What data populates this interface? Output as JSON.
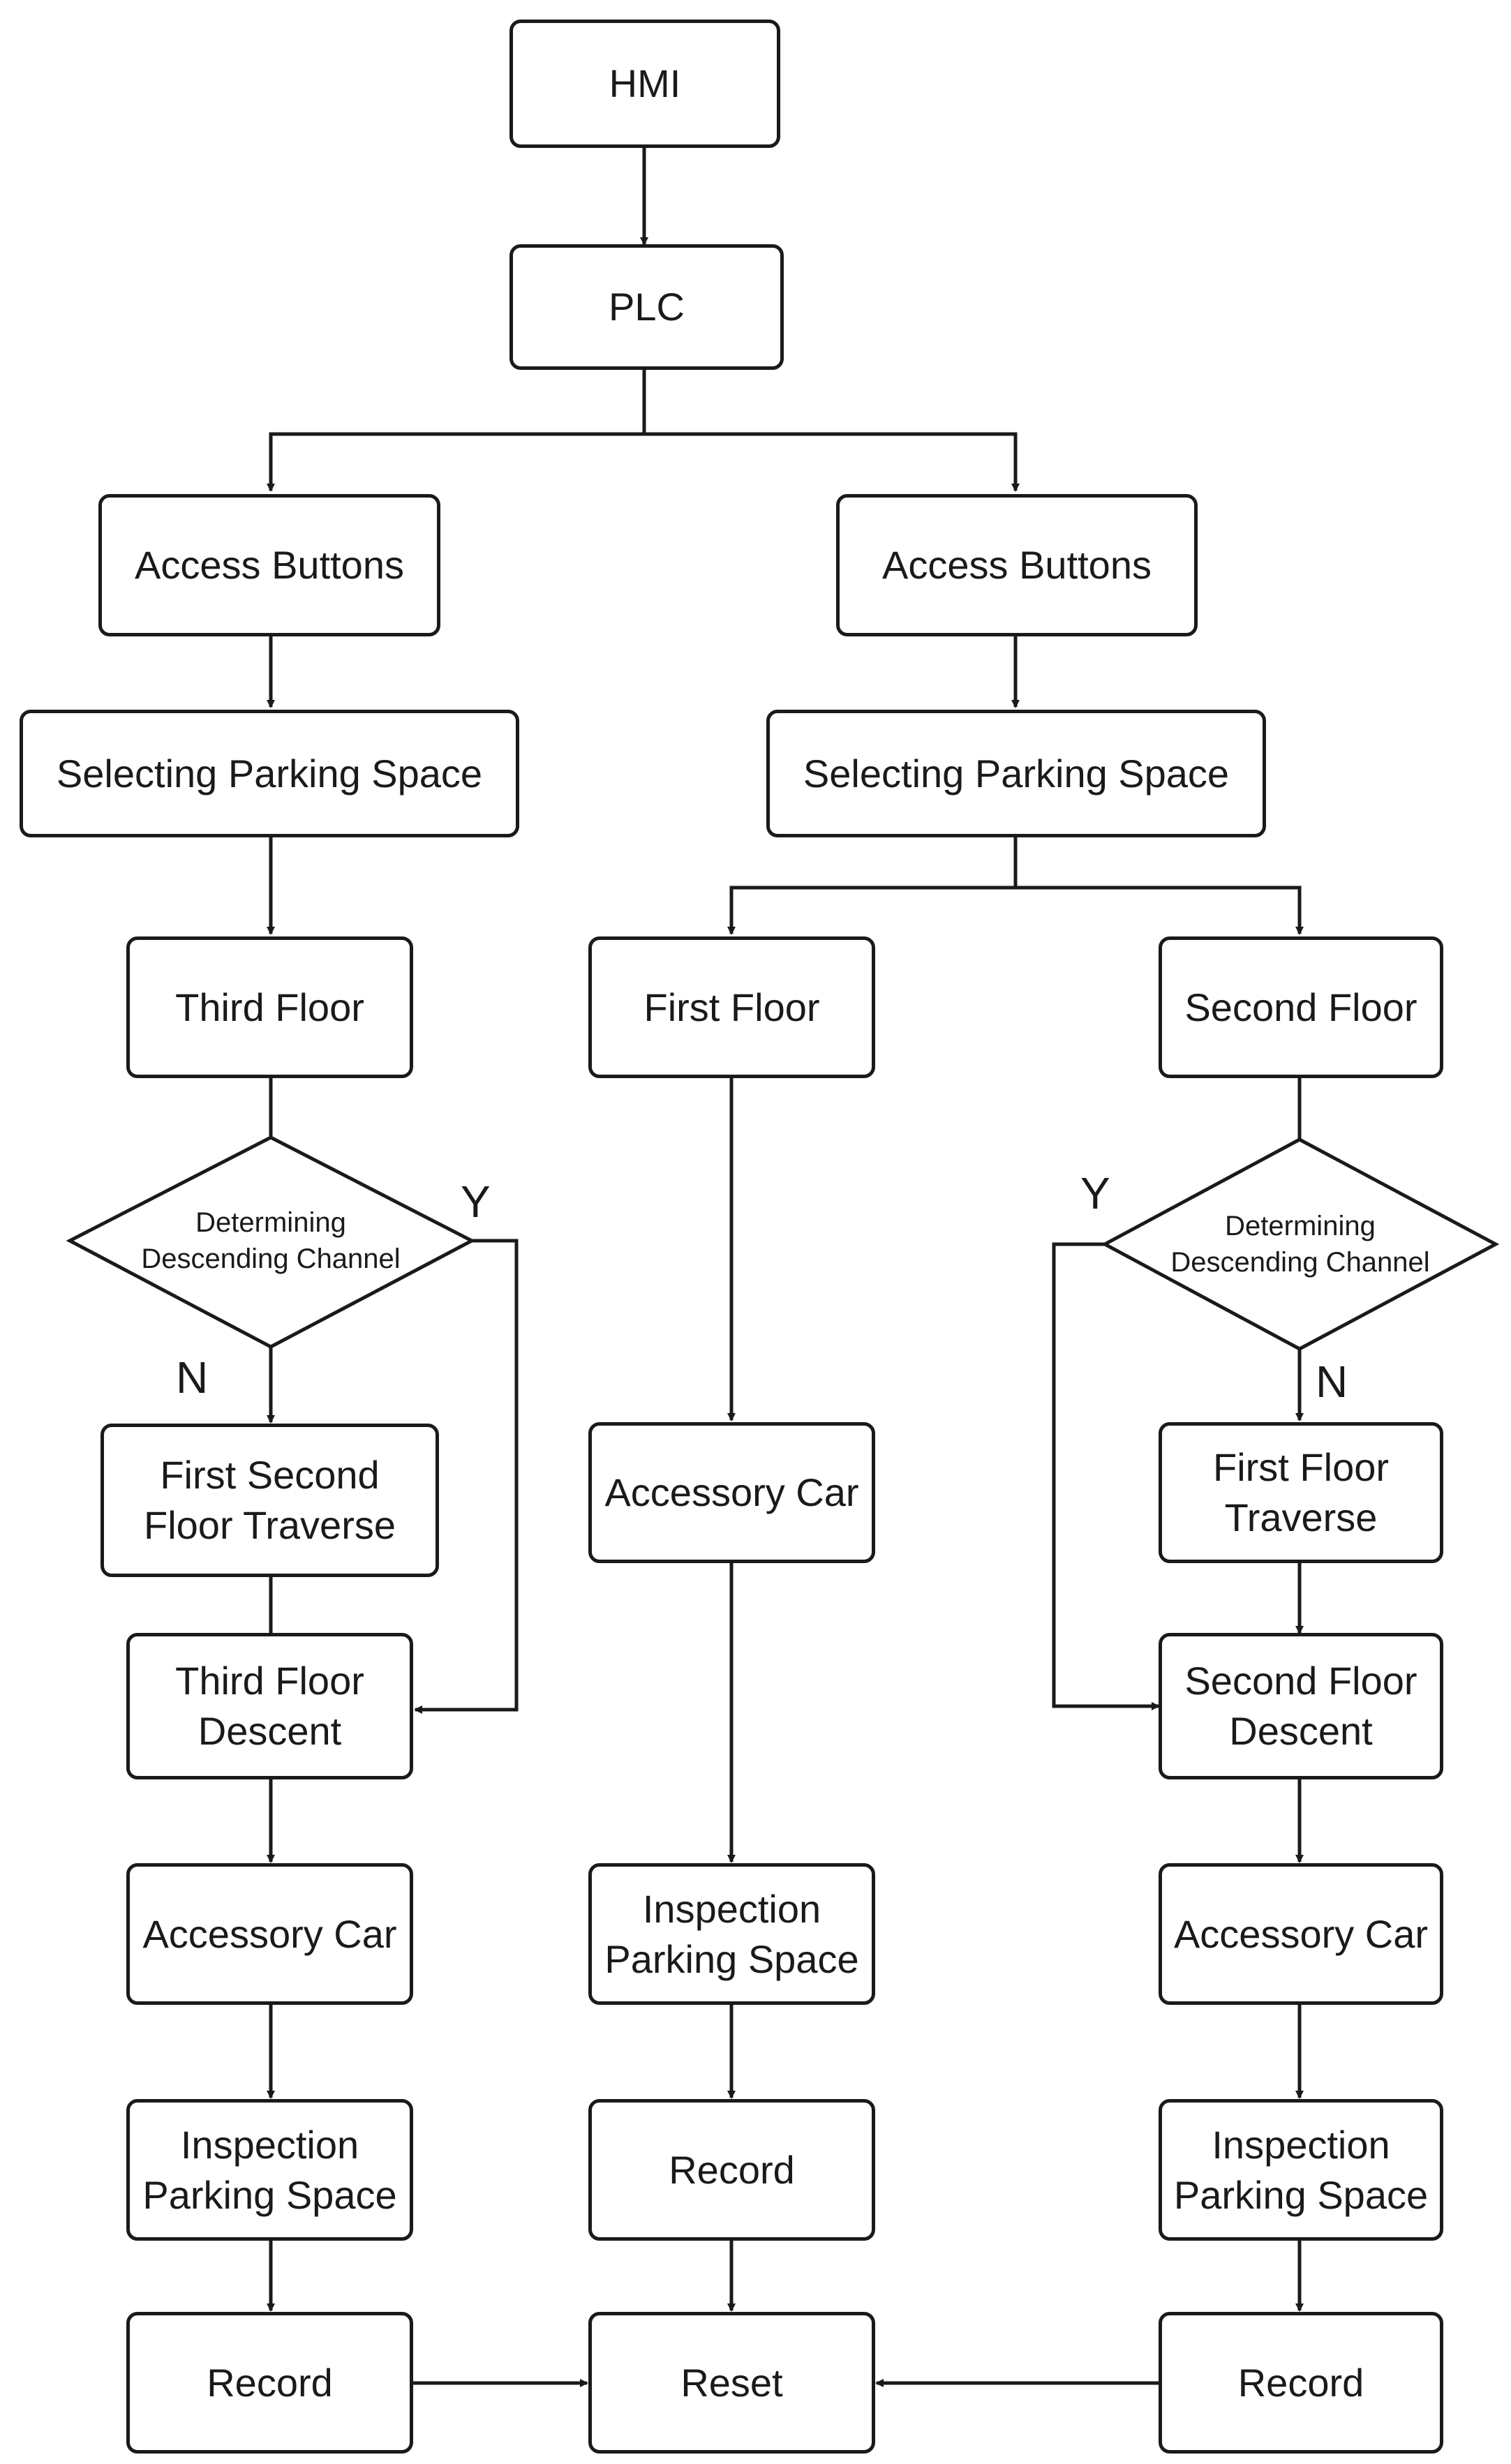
{
  "colors": {
    "line": "#1a1a1a",
    "background": "#ffffff"
  },
  "nodes": {
    "hmi": "HMI",
    "plc": "PLC",
    "access_left": "Access Buttons",
    "access_right": "Access Buttons",
    "select_left": "Selecting Parking Space",
    "select_right": "Selecting Parking Space",
    "third_floor": "Third Floor",
    "first_floor": "First Floor",
    "second_floor": "Second Floor",
    "decision_left": "Determining\nDescending Channel",
    "decision_right": "Determining\nDescending Channel",
    "first_second_traverse": "First Second\nFloor Traverse",
    "third_floor_descent": "Third Floor\nDescent",
    "first_floor_traverse": "First  Floor\nTraverse",
    "second_floor_descent": "Second Floor\nDescent",
    "accessory_car_left": "Accessory Car",
    "accessory_car_middle": "Accessory Car",
    "accessory_car_right": "Accessory Car",
    "inspection_left": "Inspection\nParking Space",
    "inspection_middle": "Inspection\nParking Space",
    "inspection_right": "Inspection\nParking Space",
    "record_left": "Record",
    "record_middle": "Record",
    "record_right": "Record",
    "reset": "Reset"
  },
  "labels": {
    "left_yes": "Y",
    "left_no": "N",
    "right_yes": "Y",
    "right_no": "N"
  }
}
